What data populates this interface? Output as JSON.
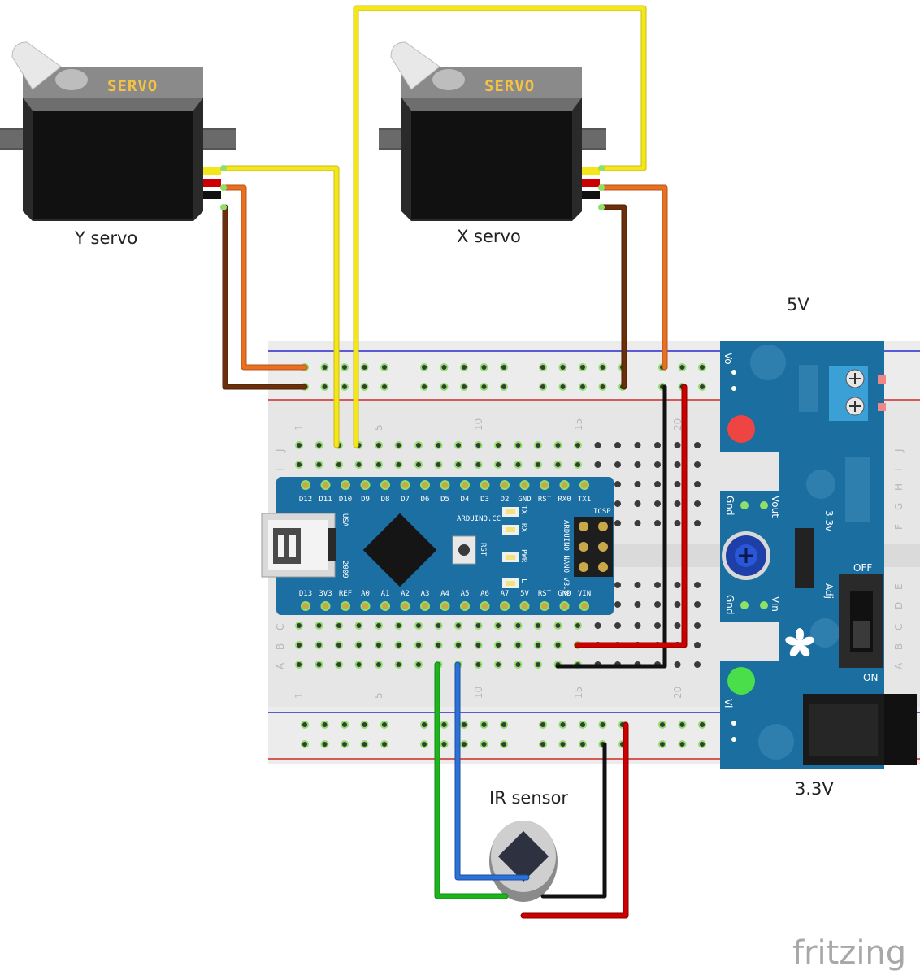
{
  "labels": {
    "y_servo": "Y servo",
    "x_servo": "X servo",
    "ir_sensor": "IR sensor",
    "five_v": "5V",
    "three_v": "3.3V",
    "servo_word": "SERVO",
    "fritzing": "fritzing"
  },
  "arduino": {
    "top_pins": [
      "D12",
      "D11",
      "D10",
      "D9",
      "D8",
      "D7",
      "D6",
      "D5",
      "D4",
      "D3",
      "D2",
      "GND",
      "RST",
      "RX0",
      "TX1"
    ],
    "bottom_pins": [
      "D13",
      "3V3",
      "REF",
      "A0",
      "A1",
      "A2",
      "A3",
      "A4",
      "A5",
      "A6",
      "A7",
      "5V",
      "RST",
      "GND",
      "VIN"
    ],
    "brand": "ARDUINO.CC",
    "model": "ARDUINO NANO V3.0",
    "led_labels": [
      "TX",
      "RX",
      "PWR",
      "L"
    ],
    "rst": "RST",
    "icsp": "ICSP",
    "usa": "USA",
    "year": "2009"
  },
  "breadboard": {
    "col_numbers": [
      "1",
      "5",
      "10",
      "15",
      "20"
    ],
    "row_letters_top": [
      "J",
      "I",
      "H",
      "G",
      "F"
    ],
    "row_letters_bottom": [
      "E",
      "D",
      "C",
      "B",
      "A"
    ]
  },
  "power_module": {
    "vo": "Vo",
    "gnd": "Gnd",
    "vout": "Vout",
    "vin": "Vin",
    "vi": "Vi",
    "v33": "3.3v",
    "adj": "Adj",
    "off": "OFF",
    "on": "ON"
  },
  "colors": {
    "signal": "#f4e61a",
    "power": "#cc0000",
    "ground": "#111111",
    "servo_power": "#e87020",
    "servo_ground": "#6b2f0a",
    "ir_signal_green": "#1db51d",
    "ir_signal_blue": "#2c72d6",
    "arduino": "#1b6fa3",
    "power_module": "#1a6ea0"
  }
}
